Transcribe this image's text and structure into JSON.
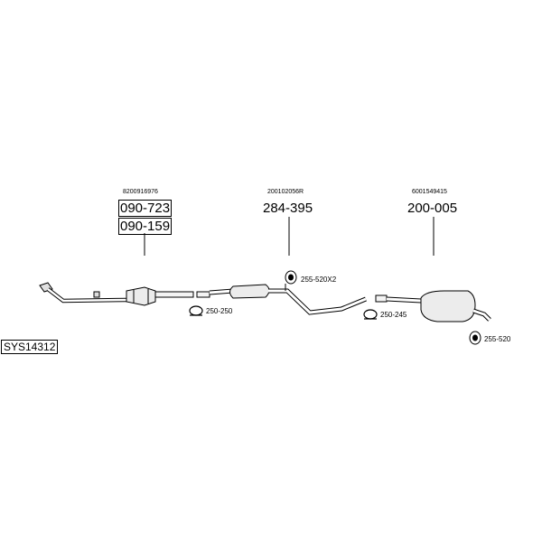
{
  "system_code": "SYS14312",
  "groups": [
    {
      "oem": "8200916976",
      "parts": [
        "090-723",
        "090-159"
      ]
    },
    {
      "oem": "200102056R",
      "parts": [
        "284-395"
      ]
    },
    {
      "oem": "6001549415",
      "parts": [
        "200-005"
      ]
    }
  ],
  "fittings": {
    "rubber_mount_front": "255-520X2",
    "clamp_front": "250-250",
    "clamp_rear": "250-245",
    "rubber_mount_rear": "255-520"
  }
}
